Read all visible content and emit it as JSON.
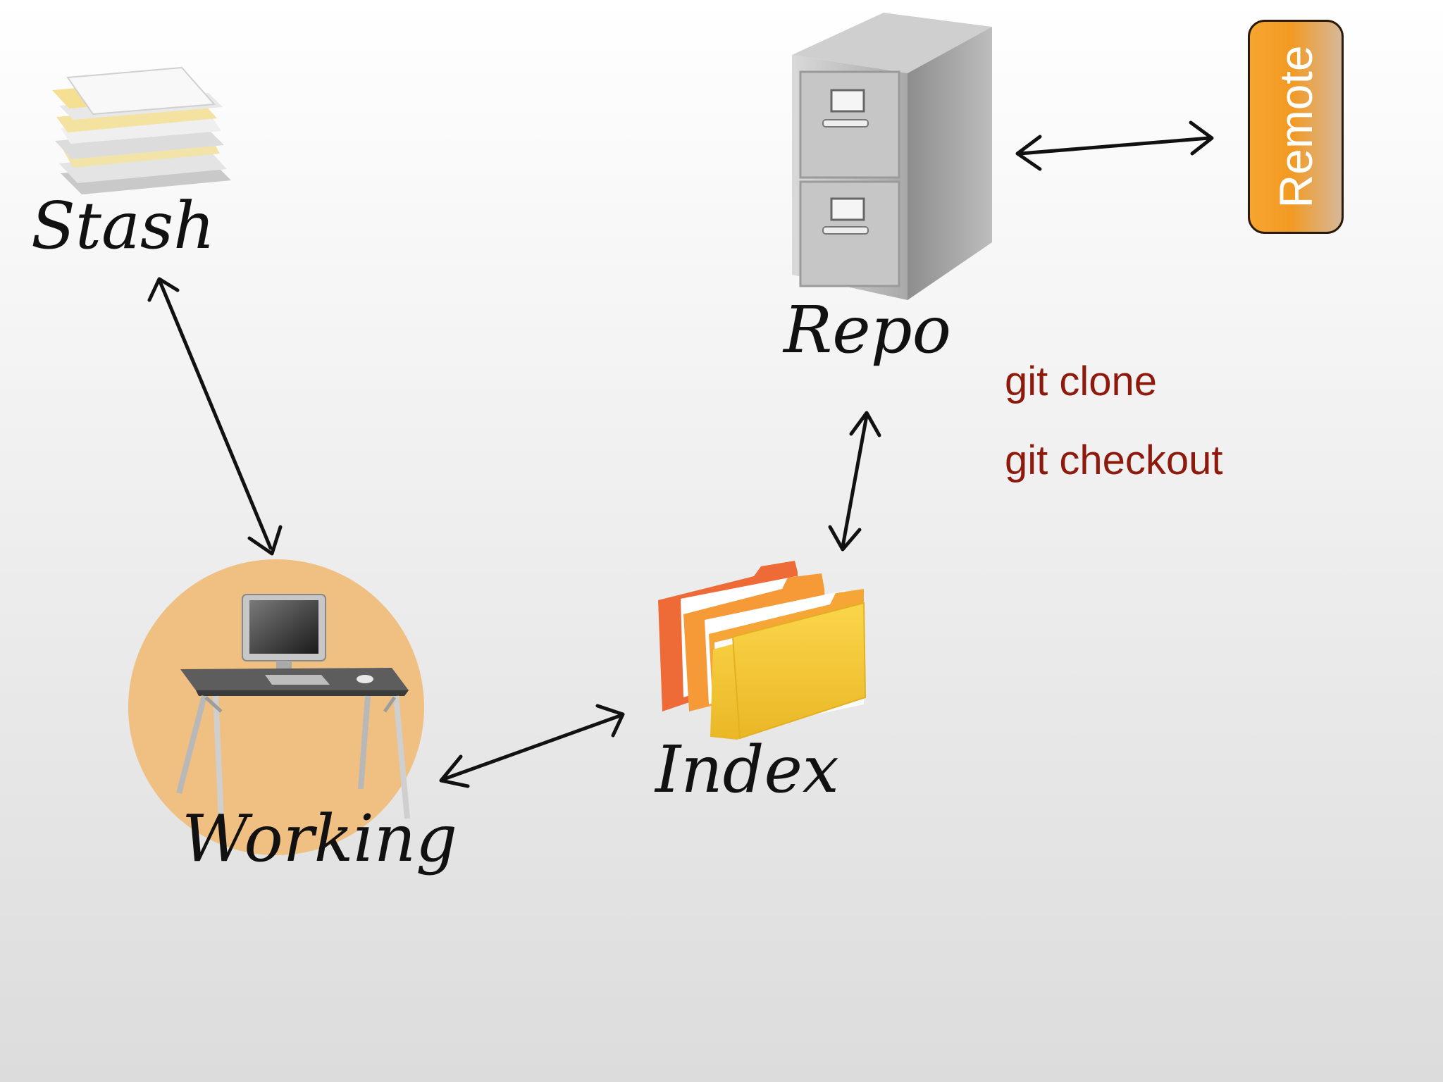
{
  "nodes": {
    "stash": {
      "label": "Stash",
      "icon": "paper-stack-icon"
    },
    "repo": {
      "label": "Repo",
      "icon": "filing-cabinet-icon"
    },
    "working": {
      "label": "Working",
      "icon": "computer-desk-icon"
    },
    "index": {
      "label": "Index",
      "icon": "folders-icon"
    },
    "remote": {
      "label": "Remote"
    }
  },
  "commands": [
    "git clone",
    "git checkout"
  ],
  "colors": {
    "command_text": "#8e1a0e",
    "remote_fill": "#f29a22",
    "working_circle": "#f0bf82",
    "arrow": "#111111"
  }
}
